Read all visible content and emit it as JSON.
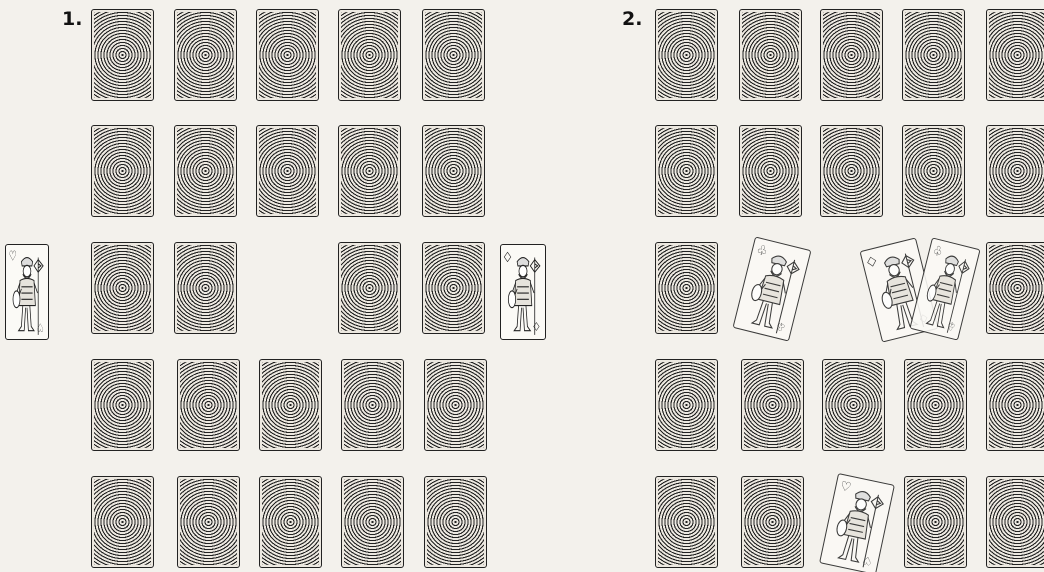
{
  "panels": [
    {
      "id": "panel-1",
      "label": "1."
    },
    {
      "id": "panel-2",
      "label": "2."
    }
  ],
  "colors": {
    "background": "#f3f1ec",
    "card_ink": "#222222",
    "card_paper": "#ece8e0"
  },
  "card_back_pattern": "concentric-wavy-lines",
  "face_cards": [
    {
      "panel": 1,
      "suit_icon": "heart-icon",
      "corner_symbol": "♡",
      "figure": "jack-with-halberd"
    },
    {
      "panel": 1,
      "suit_icon": "diamond-icon",
      "corner_symbol": "◇",
      "figure": "jack-with-halberd"
    },
    {
      "panel": 2,
      "suit_icon": "club-icon",
      "corner_symbol": "♧",
      "figure": "jack-with-halberd"
    },
    {
      "panel": 2,
      "suit_icon": "diamond-icon",
      "corner_symbol": "◇",
      "figure": "jack-with-halberd"
    },
    {
      "panel": 2,
      "suit_icon": "club-icon",
      "corner_symbol": "♧",
      "figure": "jack-with-halberd"
    },
    {
      "panel": 2,
      "suit_icon": "heart-icon",
      "corner_symbol": "♡",
      "figure": "jack-with-halberd"
    }
  ]
}
